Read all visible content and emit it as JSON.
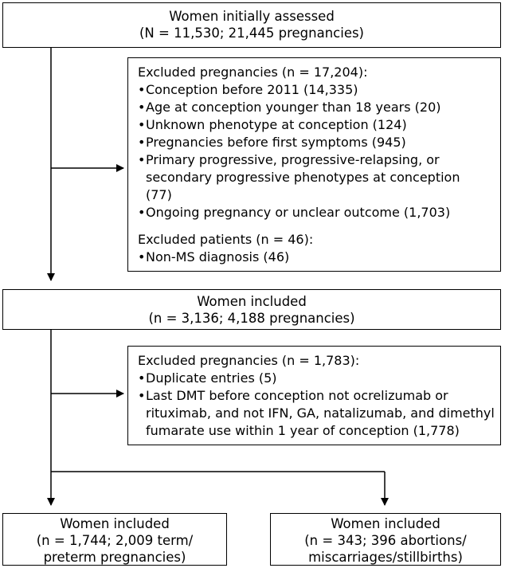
{
  "box_initial": {
    "line1": "Women initially assessed",
    "line2": "(N = 11,530; 21,445 pregnancies)"
  },
  "box_excluded1": {
    "heading": "Excluded pregnancies (n = 17,204):",
    "items": [
      "Conception before 2011 (14,335)",
      "Age at conception younger than 18 years (20)",
      "Unknown phenotype at conception (124)",
      "Pregnancies before first symptoms (945)",
      [
        "Primary progressive, progressive-relapsing, or",
        "secondary progressive phenotypes at conception",
        "(77)"
      ],
      "Ongoing pregnancy or unclear outcome (1,703)"
    ],
    "patients_heading": "Excluded patients (n = 46):",
    "patients_items": [
      "Non-MS diagnosis (46)"
    ]
  },
  "box_included": {
    "line1": "Women included",
    "line2": "(n = 3,136; 4,188 pregnancies)"
  },
  "box_excluded2": {
    "heading": "Excluded pregnancies (n = 1,783):",
    "items": [
      "Duplicate entries (5)",
      [
        "Last DMT before conception not ocrelizumab or",
        "rituximab, and not IFN, GA, natalizumab, and dimethyl",
        "fumarate use within 1 year of conception (1,778)"
      ]
    ]
  },
  "box_term": {
    "line1": "Women included",
    "line2": "(n = 1,744; 2,009 term/",
    "line3": "preterm pregnancies)"
  },
  "box_abortion": {
    "line1": "Women included",
    "line2": "(n = 343; 396 abortions/",
    "line3": "miscarriages/stillbirths)"
  }
}
